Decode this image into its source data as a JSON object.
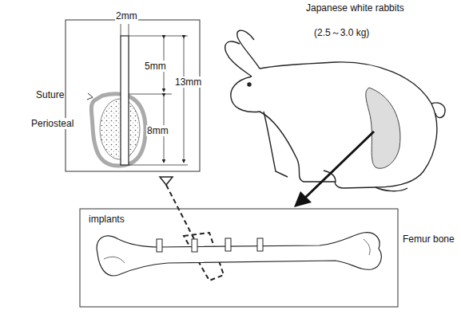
{
  "diagram": {
    "labels": [
      "2mm",
      "5mm",
      "13mm",
      "8mm",
      "Suture",
      "Periosteal",
      "Japanese white rabbits",
      "(2.5～3.0 kg)",
      "implants",
      "Femur bone"
    ]
  }
}
